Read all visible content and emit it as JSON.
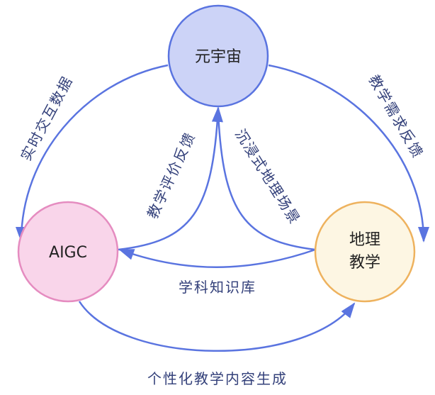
{
  "nodes": {
    "metaverse": {
      "label": "元宇宙",
      "fill": "#ccd3f7",
      "stroke": "#5a74e0"
    },
    "aigc": {
      "label": "AIGC",
      "fill": "#f9d5ea",
      "stroke": "#e58cc0"
    },
    "geo": {
      "line1": "地理",
      "line2": "教学",
      "fill": "#fdf6e3",
      "stroke": "#eeb25e"
    }
  },
  "edges": {
    "realtime": "实时交互数据",
    "demand": "教学需求反馈",
    "evaluation": "教学评价反馈",
    "immersive": "沉浸式地理场景",
    "knowledge": "学科知识库",
    "personalized": "个性化教学内容生成"
  }
}
